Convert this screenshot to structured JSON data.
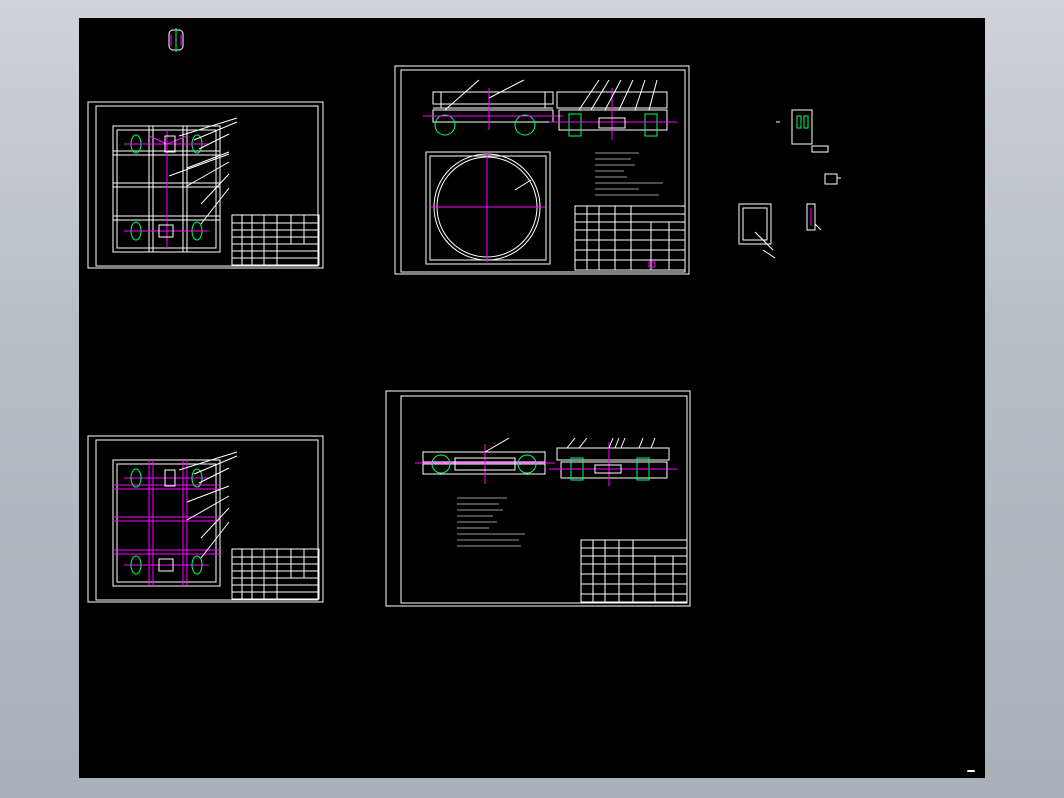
{
  "app": {
    "type": "cad-viewer",
    "background_color": "#000000",
    "frame_color": "#ffffff",
    "accent_color": "#ff00ff",
    "hatch_color": "#00ff66"
  },
  "sheets": [
    {
      "id": "sheet-top-left",
      "kind": "frame-plan-view"
    },
    {
      "id": "sheet-top-center",
      "kind": "assembly-with-circle-view"
    },
    {
      "id": "sheet-bottom-left",
      "kind": "frame-plan-view-variant"
    },
    {
      "id": "sheet-bottom-center",
      "kind": "side-elevation-assembly"
    }
  ],
  "status": {
    "badge_label": ""
  }
}
